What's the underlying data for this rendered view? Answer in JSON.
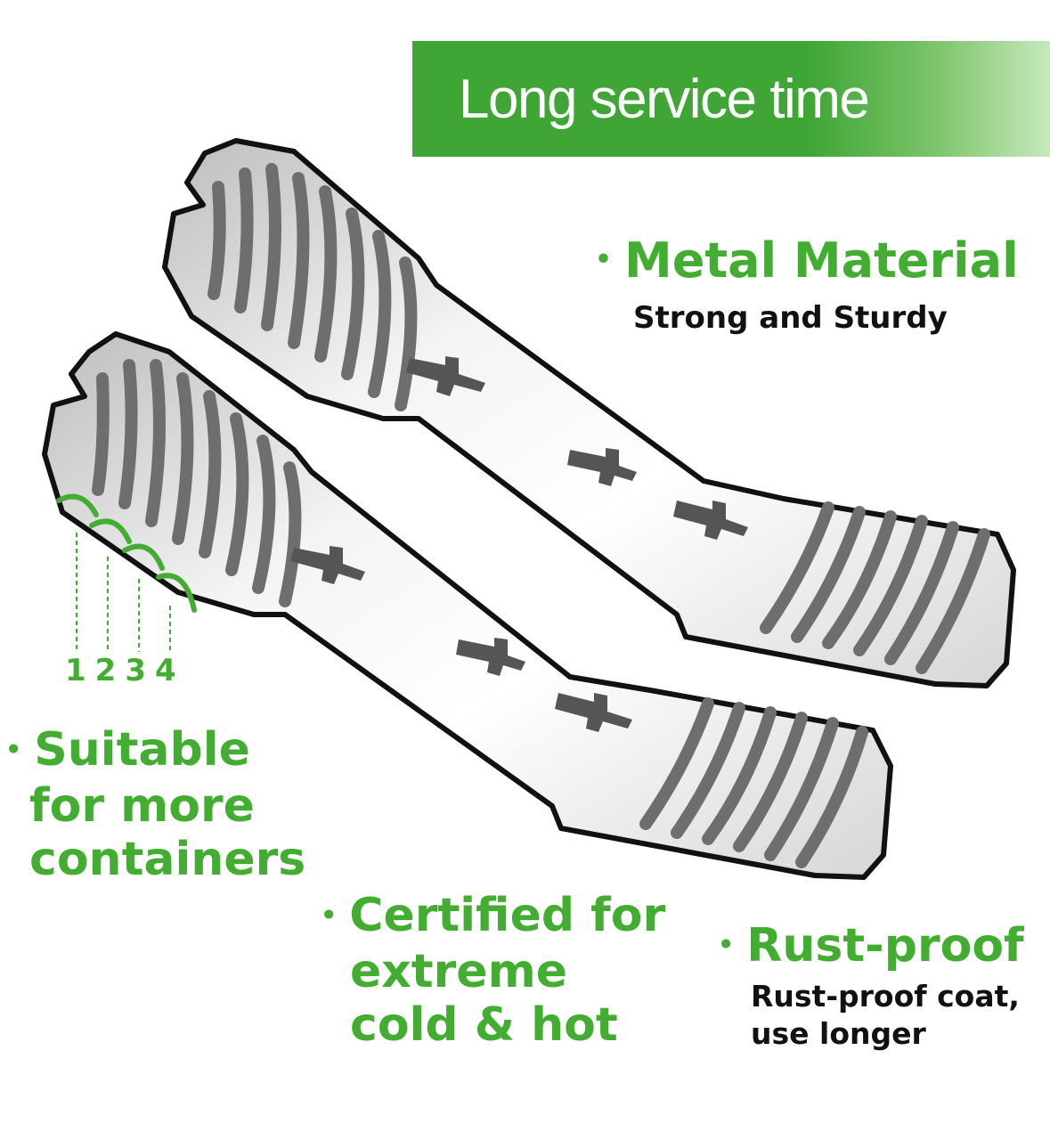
{
  "banner": {
    "title": "Long service time"
  },
  "features": {
    "metal": {
      "title": "Metal Material",
      "subtitle": "Strong and Sturdy"
    },
    "suitable": {
      "line1": "Suitable",
      "line2": "for more",
      "line3": "containers"
    },
    "certified": {
      "line1": "Certified for",
      "line2": "extreme",
      "line3": "cold & hot"
    },
    "rust": {
      "title": "Rust-proof",
      "subtitle_line1": "Rust-proof coat,",
      "subtitle_line2": "use longer"
    }
  },
  "grip_markers": [
    "1",
    "2",
    "3",
    "4"
  ],
  "colors": {
    "accent_green": "#43ad32",
    "banner_green": "#3fa535",
    "text_dark": "#111111"
  },
  "icons": {
    "bullet": "•"
  }
}
